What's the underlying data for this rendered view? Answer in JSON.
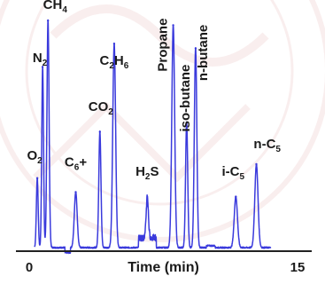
{
  "colors": {
    "background": "#ffffff",
    "watermark": "#c0504d",
    "trace": "#3a3adc",
    "axis": "#222222",
    "text": "#1a1a1a"
  },
  "chart_data": {
    "type": "line",
    "title": "",
    "xlabel": "Time (min)",
    "ylabel": "",
    "xlim": [
      0,
      15
    ],
    "ylim": [
      0,
      100
    ],
    "x_tick_labels": [
      "0",
      "15"
    ],
    "grid": false,
    "legend": "none",
    "series": [
      {
        "color": "#3a3adc",
        "peaks": [
          {
            "x": 0.45,
            "height": 30,
            "width": 0.05
          },
          {
            "x": 0.75,
            "height": 78,
            "width": 0.05
          },
          {
            "x": 1.05,
            "height": 98,
            "width": 0.06
          },
          {
            "x": 2.6,
            "height": 24,
            "width": 0.08
          },
          {
            "x": 3.95,
            "height": 50,
            "width": 0.06
          },
          {
            "x": 4.75,
            "height": 88,
            "width": 0.08
          },
          {
            "x": 6.6,
            "height": 18,
            "width": 0.06
          },
          {
            "x": 8.05,
            "height": 96,
            "width": 0.08
          },
          {
            "x": 8.8,
            "height": 54,
            "width": 0.06
          },
          {
            "x": 9.3,
            "height": 86,
            "width": 0.07
          },
          {
            "x": 11.55,
            "height": 22,
            "width": 0.09
          },
          {
            "x": 12.7,
            "height": 36,
            "width": 0.09
          }
        ]
      }
    ],
    "annotations": [
      {
        "base": "O",
        "sub": "2",
        "x": 0.3,
        "y": 38
      },
      {
        "base": "N",
        "sub": "2",
        "x": 0.6,
        "y": 80
      },
      {
        "base": "CH",
        "sub": "4",
        "x": 1.45,
        "y": 103
      },
      {
        "base": "C",
        "sub": "6",
        "suffix": "+",
        "x": 2.6,
        "y": 35
      },
      {
        "base": "CO",
        "sub": "2",
        "x": 4.0,
        "y": 59
      },
      {
        "base": "C",
        "sub": "2",
        "base2": "H",
        "sub2": "6",
        "x": 4.75,
        "y": 79
      },
      {
        "base": "H",
        "sub": "2",
        "base2": "S",
        "x": 6.6,
        "y": 31
      },
      {
        "base": "i-C",
        "sub": "5",
        "x": 11.4,
        "y": 31
      },
      {
        "base": "n-C",
        "sub": "5",
        "x": 13.3,
        "y": 43
      }
    ],
    "vertical_labels": [
      {
        "text": "Propane",
        "x": 7.7,
        "y": 76
      },
      {
        "text": "iso-butane",
        "x": 8.95,
        "y": 50
      },
      {
        "text": "n-butane",
        "x": 9.95,
        "y": 72
      }
    ]
  }
}
